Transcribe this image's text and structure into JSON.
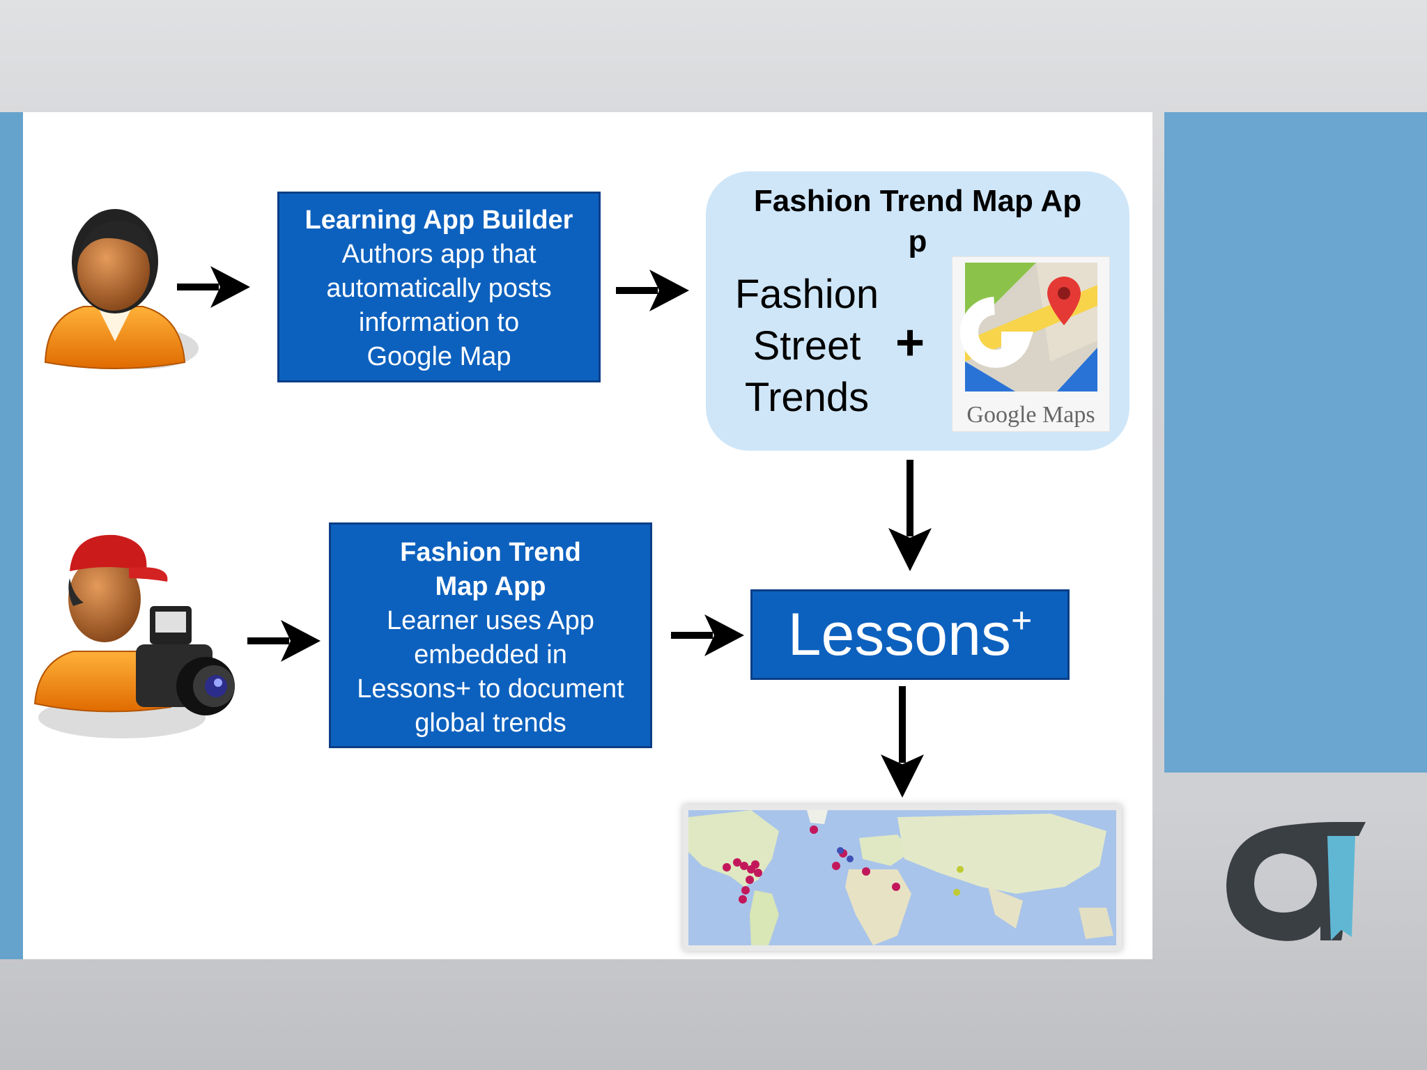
{
  "colors": {
    "side_bar_blue": "#66a3cc",
    "box_blue": "#0d61be",
    "box_border": "#0a3e86",
    "panel_light_blue": "#cfe6f8",
    "logo_dark": "#3a3f44",
    "logo_teal": "#5fb7d4"
  },
  "icons": {
    "author": "person-icon",
    "learner": "photographer-icon",
    "maps": "google-maps-icon",
    "logo": "brand-logo-icon"
  },
  "box1": {
    "title": "Learning App Builder",
    "lines": [
      "Authors app that",
      "automatically posts",
      "information to",
      "Google Map"
    ]
  },
  "panel": {
    "title_line1": "Fashion Trend Map Ap",
    "title_line2": "p",
    "text_lines": [
      "Fashion",
      "Street",
      "Trends"
    ],
    "plus": "+",
    "maps_label": "Google Maps"
  },
  "box2": {
    "title_line1": "Fashion Trend",
    "title_line2": "Map App",
    "lines": [
      "Learner uses App",
      "embedded in",
      "Lessons+ to document",
      "global trends"
    ]
  },
  "lessons": {
    "label": "Lessons",
    "sup": "+"
  }
}
